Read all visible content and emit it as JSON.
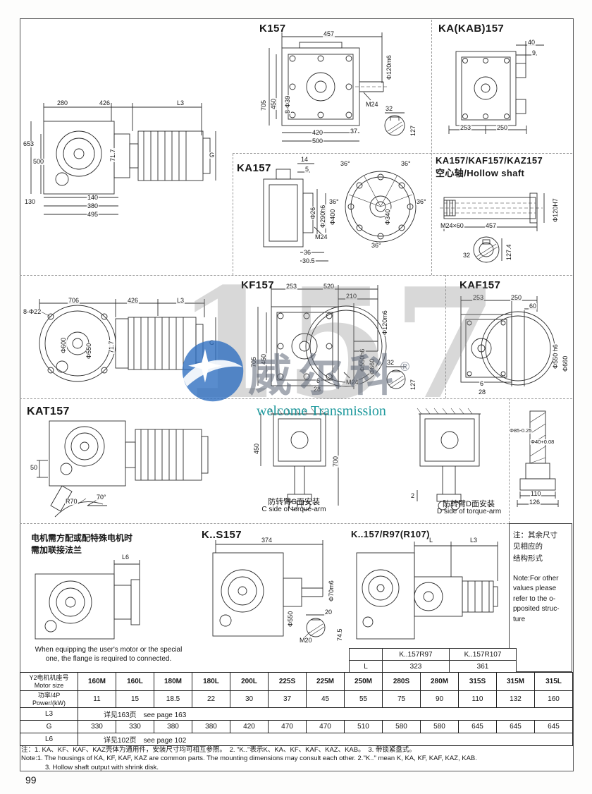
{
  "page_number": "99",
  "watermark": {
    "big": "157",
    "brand": "威尔科",
    "reg": "®",
    "tagline": "welcome Transmission"
  },
  "panels": {
    "k_side": {
      "labels": [
        "280",
        "426",
        "L3",
        "653",
        "500",
        "130",
        "71.7",
        "140",
        "380",
        "495",
        "G"
      ]
    },
    "k157_front": {
      "title": "K157",
      "labels": [
        "457",
        "Φ120m6",
        "705",
        "450",
        "8-Φ39",
        "M24",
        "420",
        "500",
        "37",
        "32",
        "127"
      ]
    },
    "ka_kab": {
      "title": "KA(KAB)157",
      "labels": [
        "40",
        "9",
        "253",
        "250"
      ]
    },
    "ka157": {
      "title": "KA157",
      "labels": [
        "14",
        "5",
        "36°",
        "36°",
        "36°",
        "36°",
        "36°",
        "Φ340",
        "Φ26",
        "Φ290h6",
        "Φ400",
        "M24",
        "36",
        "30.5"
      ]
    },
    "hollow": {
      "title_line1": "KA157/KAF157/KAZ157",
      "title_line2": "空心轴/Hollow shaft",
      "labels": [
        "M24×60",
        "457",
        "Φ120H7",
        "127.4",
        "32"
      ]
    },
    "kf_side": {
      "labels": [
        "706",
        "8-Φ22",
        "426",
        "L3",
        "Φ600",
        "Φ550",
        "71.7",
        "G"
      ]
    },
    "kf157_front": {
      "title": "KF157",
      "labels": [
        "253",
        "520",
        "210",
        "Φ120m6",
        "705",
        "450",
        "Φ550h6",
        "Φ660",
        "6",
        "28",
        "M24",
        "32",
        "127"
      ]
    },
    "kaf157": {
      "title": "KAF157",
      "labels": [
        "253",
        "250",
        "60",
        "Φ550 h6",
        "Φ660",
        "6",
        "28"
      ]
    },
    "kat157": {
      "title": "KAT157",
      "labels": [
        "50",
        "R70",
        "70°"
      ]
    },
    "torque_c": {
      "labels": [
        "450",
        "700"
      ],
      "caption_cn": "防转臂C面安装",
      "caption_en": "C side of torque-arm"
    },
    "torque_d": {
      "labels": [
        "2"
      ],
      "caption_cn": "防转臂D面安装",
      "caption_en": "D side of torque-arm"
    },
    "shrink": {
      "labels": [
        "Φ85-0.25",
        "Φ40+0.08",
        "110",
        "126"
      ]
    },
    "flange": {
      "note_cn_line1": "电机需方配或配特殊电机时",
      "note_cn_line2": "需加联接法兰",
      "labels": [
        "L6"
      ],
      "caption_en_line1": "When equipping the user's motor or the special",
      "caption_en_line2": "one, the flange is required to connected."
    },
    "ks157": {
      "title": "K..S157",
      "labels": [
        "374",
        "Φ70m6",
        "Φ550",
        "20",
        "M20",
        "74.5"
      ]
    },
    "kr97": {
      "title": "K..157/R97(R107)",
      "labels": [
        "L",
        "L3"
      ]
    },
    "side_note": {
      "cn": "注：其余尺寸\n见相应的\n结构形式",
      "en": "Note:For other\nvalues please\nrefer to the o-\npposited struc-\nture"
    }
  },
  "small_table": {
    "col_headers": [
      "K..157R97",
      "K..157R107"
    ],
    "row_label": "L",
    "values": [
      "323",
      "361"
    ]
  },
  "main_table": {
    "motor_label_cn": "Y2电机机座号",
    "motor_label_en": "Motor size",
    "power_label_cn": "功率/4P",
    "power_label_en": "Power/(kW)",
    "motor_sizes": [
      "160M",
      "160L",
      "180M",
      "180L",
      "200L",
      "225S",
      "225M",
      "250M",
      "280S",
      "280M",
      "315S",
      "315M",
      "315L"
    ],
    "powers": [
      "11",
      "15",
      "18.5",
      "22",
      "30",
      "37",
      "45",
      "55",
      "75",
      "90",
      "110",
      "132",
      "160"
    ],
    "l3_label": "L3",
    "l3_value": "详见163页　see page 163",
    "g_label": "G",
    "g_values": [
      "330",
      "330",
      "380",
      "380",
      "420",
      "470",
      "470",
      "510",
      "580",
      "580",
      "645",
      "645",
      "645"
    ],
    "l6_label": "L6",
    "l6_value": "详见102页　see page 102"
  },
  "notes": {
    "cn": "注：1. KA、KF、KAF、KAZ壳体为通用件，安装尺寸均可相互参照。　2. \"K..\"表示K、KA、KF、KAF、KAZ、KAB。　3. 带锁紧盘式。",
    "en1": "Note:1. The housings of KA, KF, KAF, KAZ are common parts. The mounting dimensions may consult each other. 2.\"K..\" mean K, KA, KF, KAF, KAZ, KAB.",
    "en2": "3. Hollow shaft output with shrink disk."
  }
}
